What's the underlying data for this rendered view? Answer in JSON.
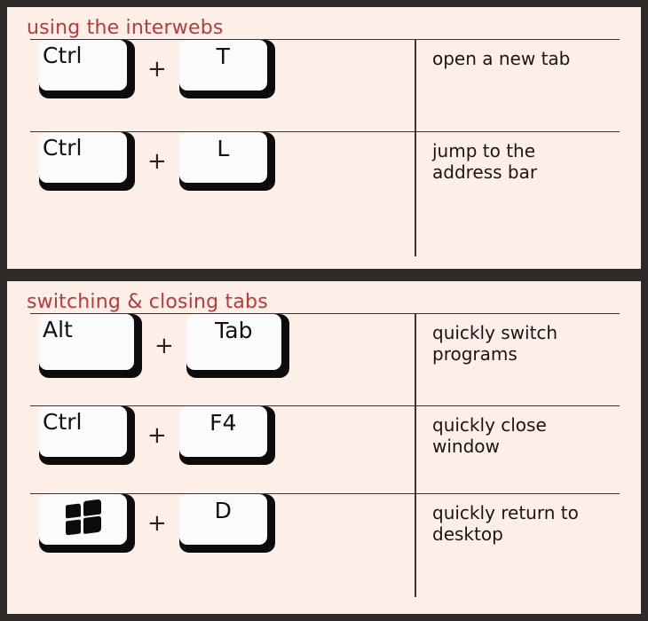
{
  "sheet": {
    "background": "#2e2a29",
    "panel_background": "#fdefe7",
    "title_color": "#b93a3a",
    "rule_color": "#3a3533",
    "key_shell_color": "#0d0b0b",
    "key_face_color": "#fbfbfb",
    "plus_symbol": "+"
  },
  "panels": [
    {
      "title": "using the interwebs",
      "rows": [
        {
          "keys": [
            {
              "label": "Ctrl",
              "align": "left",
              "size": "std",
              "icon": null
            },
            {
              "label": "T",
              "align": "center",
              "size": "std",
              "icon": null
            }
          ],
          "description": "open a new tab"
        },
        {
          "keys": [
            {
              "label": "Ctrl",
              "align": "left",
              "size": "std",
              "icon": null
            },
            {
              "label": "L",
              "align": "center",
              "size": "std",
              "icon": null
            }
          ],
          "description": "jump to the\naddress bar"
        }
      ]
    },
    {
      "title": "switching & closing tabs",
      "rows": [
        {
          "keys": [
            {
              "label": "Alt",
              "align": "left",
              "size": "big",
              "icon": null
            },
            {
              "label": "Tab",
              "align": "center",
              "size": "big",
              "icon": null
            }
          ],
          "description": "quickly switch\nprograms"
        },
        {
          "keys": [
            {
              "label": "Ctrl",
              "align": "left",
              "size": "std",
              "icon": null
            },
            {
              "label": "F4",
              "align": "center",
              "size": "std",
              "icon": null
            }
          ],
          "description": "quickly close\nwindow"
        },
        {
          "keys": [
            {
              "label": "",
              "align": "center",
              "size": "std",
              "icon": "windows-logo-icon"
            },
            {
              "label": "D",
              "align": "center",
              "size": "std",
              "icon": null
            }
          ],
          "description": "quickly return to\ndesktop"
        }
      ]
    }
  ]
}
